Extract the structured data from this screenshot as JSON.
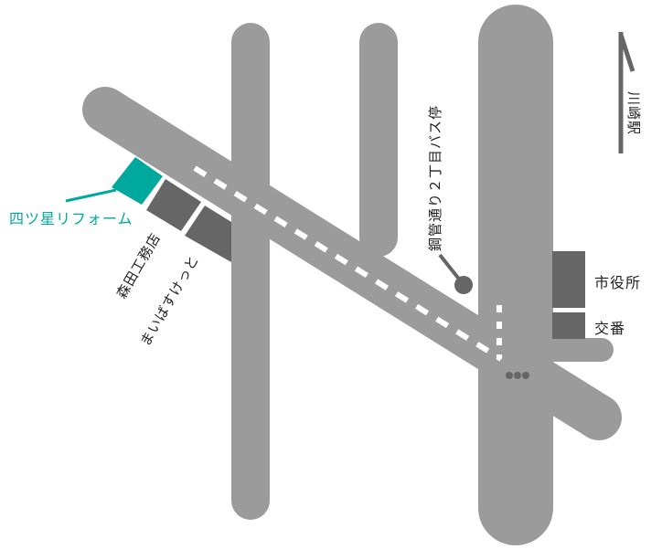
{
  "colors": {
    "road": "#9b9b9b",
    "building": "#666666",
    "highlight": "#00a99d",
    "text": "#222222"
  },
  "labels": {
    "highlight_store": "四ツ星リフォーム",
    "building1": "森田工務店",
    "building2": "まいばすけっと",
    "bus_stop": "鋼管通り２丁目バス停",
    "city_hall": "市役所",
    "police_box": "交番",
    "station_direction": "川崎駅"
  }
}
